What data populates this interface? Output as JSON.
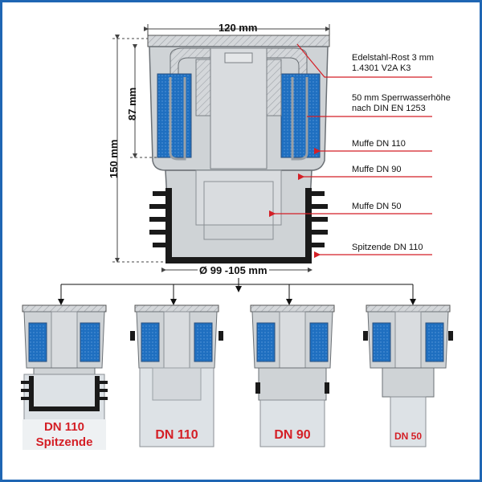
{
  "dimensions": {
    "top_width": "120 mm",
    "height_total": "150 mm",
    "height_trap": "87 mm",
    "outlet_diameter": "Ø 99 -105 mm"
  },
  "callouts": [
    {
      "lines": [
        "Edelstahl-Rost 3 mm",
        "1.4301  V2A K3"
      ]
    },
    {
      "lines": [
        "50 mm Sperrwasserhöhe",
        "nach DIN EN 1253"
      ]
    },
    {
      "lines": [
        "Muffe DN 110"
      ]
    },
    {
      "lines": [
        "Muffe DN 90"
      ]
    },
    {
      "lines": [
        "Muffe DN 50"
      ]
    },
    {
      "lines": [
        "Spitzende DN 110"
      ]
    }
  ],
  "variants": [
    {
      "lines": [
        "DN 110",
        "Spitzende"
      ]
    },
    {
      "lines": [
        "DN 110"
      ]
    },
    {
      "lines": [
        "DN 90"
      ]
    },
    {
      "lines": [
        "DN 50"
      ]
    }
  ],
  "colors": {
    "frame": "#1f66b3",
    "water": "#1f6fc0",
    "body": "#c9cdd1",
    "callout_line": "#d41f26",
    "caption": "#d41f26"
  }
}
